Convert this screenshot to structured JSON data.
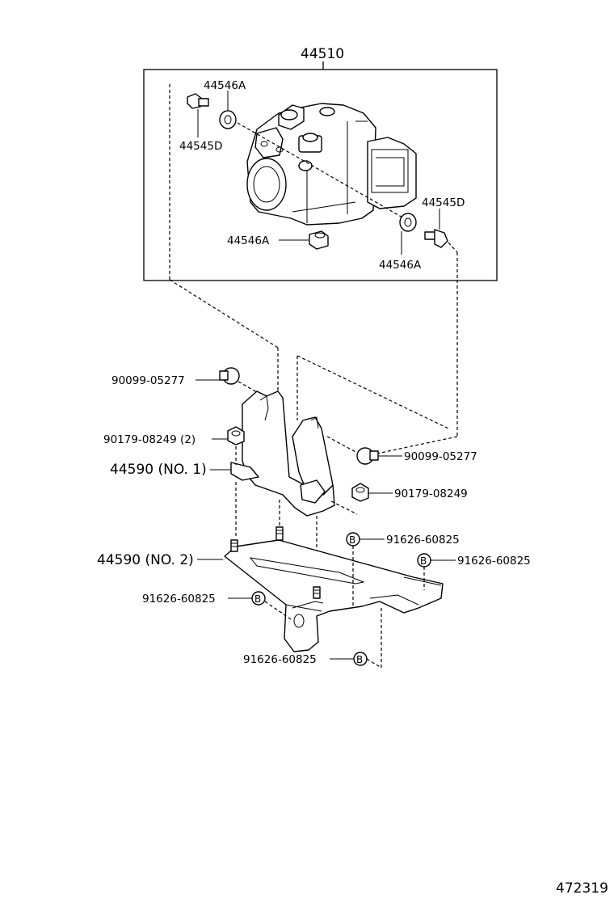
{
  "assembly": {
    "part_number": "44510",
    "parts": {
      "p44546A_top": "44546A",
      "p44545D_left": "44545D",
      "p44545D_right": "44545D",
      "p44546A_mid": "44546A",
      "p44546A_right": "44546A"
    }
  },
  "bracket_parts": {
    "bolt_9009905277_left": "90099-05277",
    "bolt_9017908249_left": "90179-08249 (2)",
    "bracket_no1": "44590 (NO. 1)",
    "bolt_9009905277_right": "90099-05277",
    "bolt_9017908249_right": "90179-08249",
    "stud_9162660825_a": "91626-60825",
    "stud_9162660825_b": "91626-60825",
    "bracket_no2": "44590 (NO. 2)",
    "stud_9162660825_c": "91626-60825",
    "stud_9162660825_d": "91626-60825"
  },
  "callout_marker": "B",
  "diagram_id": "472319"
}
